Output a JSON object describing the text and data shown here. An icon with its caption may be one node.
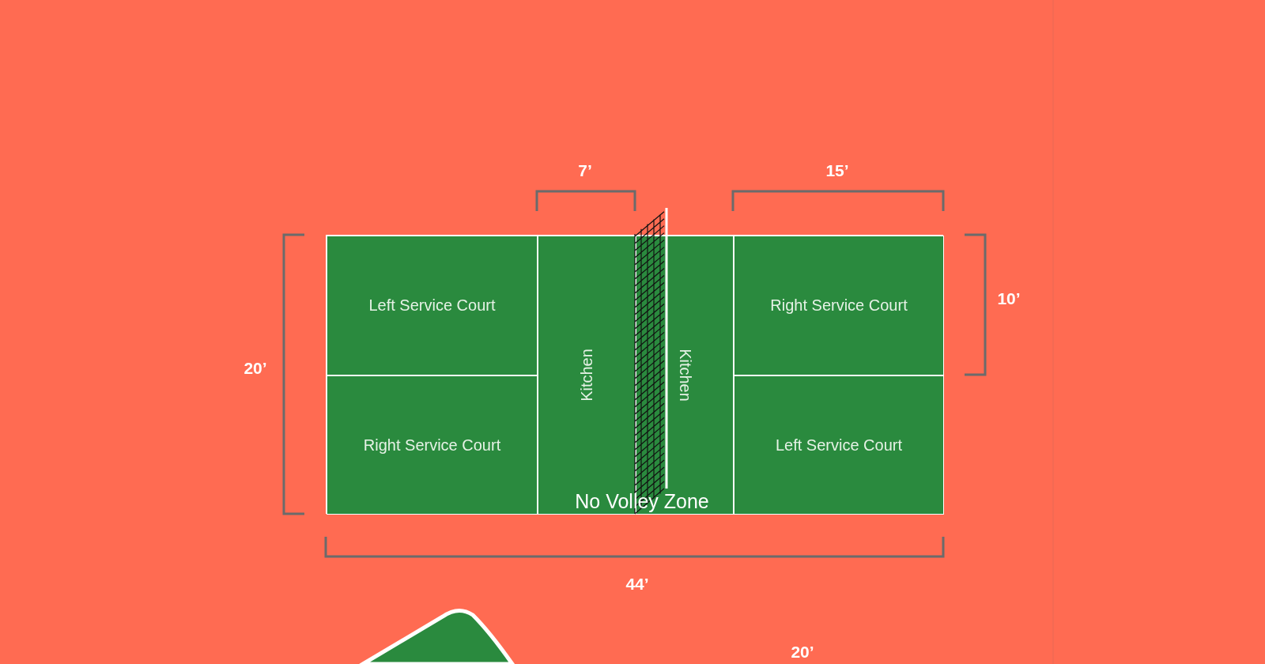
{
  "diagram": {
    "nodes": [
      {
        "text": [],
        "shape": "box"
      },
      {
        "text": [
          "Left Service Court"
        ],
        "in": 0
      },
      {
        "text": [
          "Right Service Court"
        ],
        "in": 0
      },
      {
        "text": [
          "Kitchen"
        ],
        "in": 0
      },
      {
        "text": [
          "Kitchen"
        ],
        "in": 0
      },
      {
        "text": [
          "Right Service Court"
        ],
        "in": 0
      },
      {
        "text": [
          "Left Service Court"
        ],
        "in": 0
      }
    ],
    "edges": [],
    "labels": [
      "7’",
      "15’",
      "10’",
      "20’",
      "No Volley Zone",
      "44’",
      "20’"
    ]
  }
}
